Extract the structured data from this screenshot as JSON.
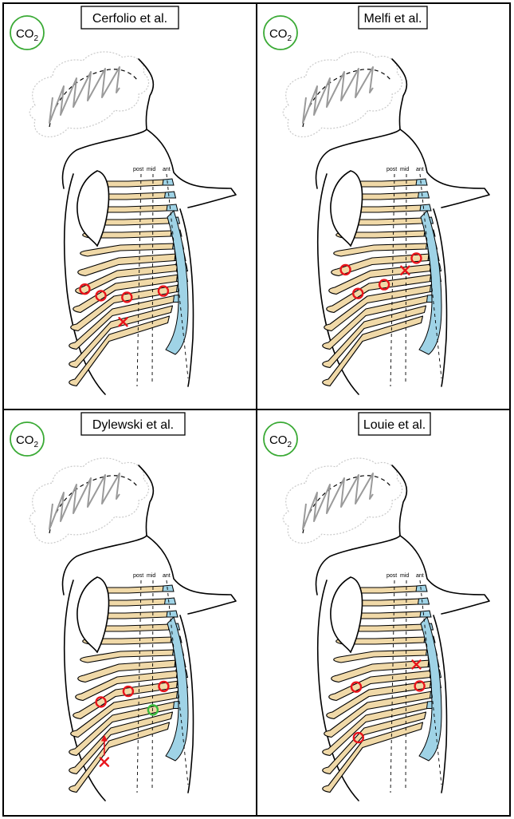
{
  "colors": {
    "rib_fill": "#f0d9a8",
    "cartilage_fill": "#9fd3e6",
    "port_marker": "#e8141b",
    "highlight_port": "#3dbb3d",
    "co2_ring": "#3aaa35"
  },
  "axis_labels": {
    "post": "post",
    "mid": "mid",
    "ant": "ant"
  },
  "co2_label": {
    "main": "CO",
    "sub": "2"
  },
  "panels": [
    {
      "title": "Cerfolio et al.",
      "ports": [
        {
          "type": "circle",
          "rib": 7,
          "pos": 0.05
        },
        {
          "type": "circle",
          "rib": 8,
          "pos": 0.3
        },
        {
          "type": "circle",
          "rib": 9,
          "pos": 0.6
        },
        {
          "type": "circle",
          "rib": 9,
          "pos": 0.88
        },
        {
          "type": "cross",
          "rib": 11,
          "pos": 0.6
        }
      ]
    },
    {
      "title": "Melfi et al.",
      "ports": [
        {
          "type": "circle",
          "rib": 6,
          "pos": 0.12
        },
        {
          "type": "circle",
          "rib": 6,
          "pos": 0.88
        },
        {
          "type": "cross",
          "rib": 7,
          "pos": 0.78
        },
        {
          "type": "circle",
          "rib": 8,
          "pos": 0.35
        },
        {
          "type": "circle",
          "rib": 8,
          "pos": 0.62
        }
      ]
    },
    {
      "title": "Dylewski et al.",
      "ports": [
        {
          "type": "circle",
          "rib": 8,
          "pos": 0.3
        },
        {
          "type": "circle",
          "rib": 8,
          "pos": 0.6
        },
        {
          "type": "circle",
          "rib": 8,
          "pos": 0.88
        },
        {
          "type": "green",
          "rib": 10,
          "pos": 0.82
        },
        {
          "type": "arrowcross",
          "rib": 13,
          "pos": 0.45
        }
      ]
    },
    {
      "title": "Louie et al.",
      "ports": [
        {
          "type": "cross",
          "rib": 6,
          "pos": 0.88
        },
        {
          "type": "circle",
          "rib": 7,
          "pos": 0.3
        },
        {
          "type": "circle",
          "rib": 8,
          "pos": 0.9
        },
        {
          "type": "circle",
          "rib": 11,
          "pos": 0.42
        }
      ]
    }
  ]
}
